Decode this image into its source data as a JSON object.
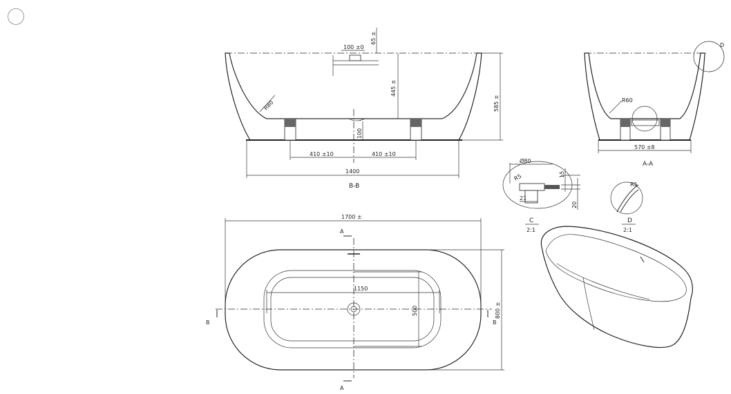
{
  "sheet": {
    "section_bb": {
      "title": "B-B",
      "top_dim": "100 ±0",
      "top_small_dim": "65 ±",
      "depth_dim": "445 ±",
      "height_dim": "585 ±",
      "radius": "R80",
      "drain_dim": "100",
      "foot_left_dim": "410 ±10",
      "foot_right_dim": "410 ±10",
      "overall_base": "1400"
    },
    "section_aa": {
      "title": "A-A",
      "radius": "R60",
      "base_dim": "570 ±8",
      "detail_marker": "D"
    },
    "detail_c": {
      "title": "C",
      "scale": "2:1",
      "diameter": "Ø80",
      "radius": "R5",
      "dim_a": "15",
      "dim_b": "20",
      "dim_c": "21"
    },
    "detail_d": {
      "title": "D",
      "scale": "2:1",
      "radius": "R5"
    },
    "plan_view": {
      "overall_length": "1700 ±",
      "overall_width": "800 ±",
      "inner_length": "1150",
      "inner_width": "500",
      "section_mark_top": "A",
      "section_mark_bottom": "A",
      "section_mark_left": "B",
      "section_mark_right": "B"
    }
  }
}
